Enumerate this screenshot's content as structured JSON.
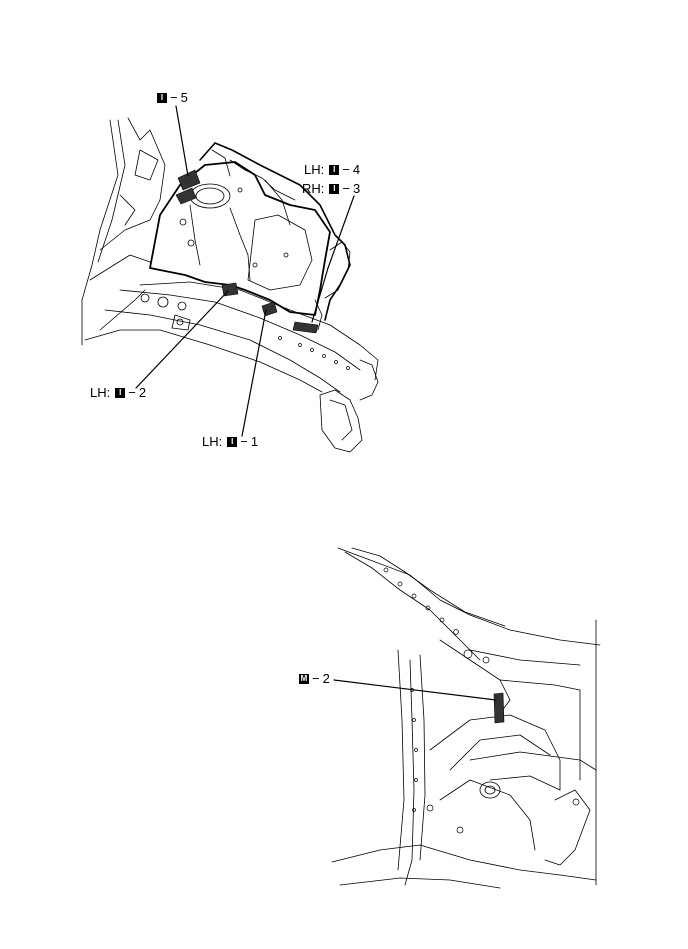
{
  "figure1": {
    "callouts": [
      {
        "id": "i5",
        "prefix": "",
        "box": "I",
        "num": "5"
      },
      {
        "id": "i4",
        "prefix": "LH:",
        "box": "I",
        "num": "4"
      },
      {
        "id": "i3",
        "prefix": "RH:",
        "box": "I",
        "num": "3"
      },
      {
        "id": "i2",
        "prefix": "LH:",
        "box": "I",
        "num": "2"
      },
      {
        "id": "i1",
        "prefix": "LH:",
        "box": "I",
        "num": "1"
      }
    ]
  },
  "figure2": {
    "callouts": [
      {
        "id": "m2",
        "prefix": "",
        "box": "M",
        "num": "2"
      }
    ]
  }
}
